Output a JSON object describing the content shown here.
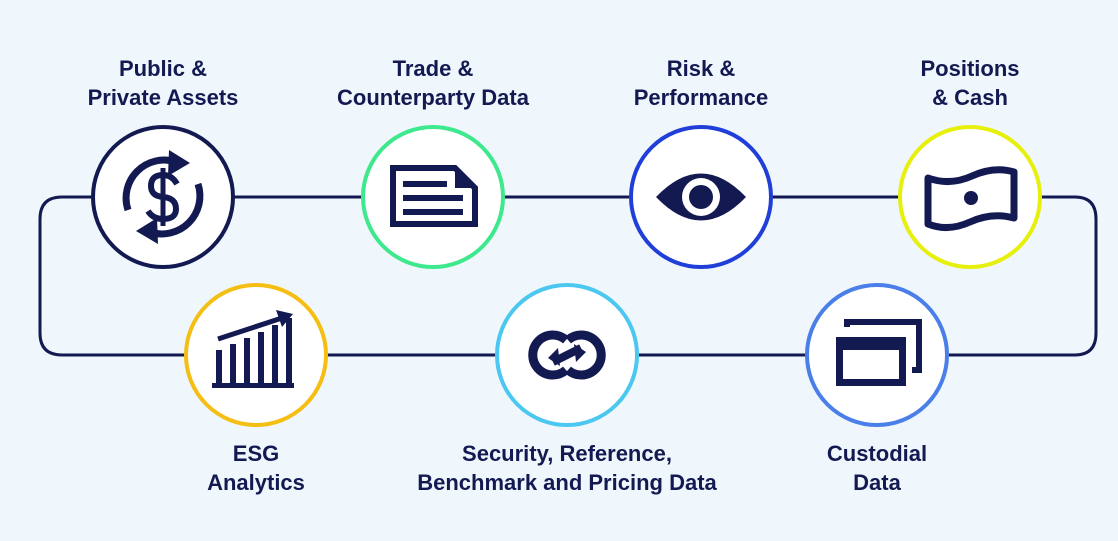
{
  "colors": {
    "background": "#eff6fc",
    "navy": "#131a52",
    "green": "#3ee88c",
    "blue": "#1f3fd8",
    "yellow": "#e6f00a",
    "orange": "#f5be12",
    "sky": "#4cc8f0",
    "cornflower": "#4a7ee8"
  },
  "nodes": [
    {
      "id": "public-private-assets",
      "line1": "Public &",
      "line2": "Private Assets",
      "icon": "dollar-exchange-icon",
      "ring": "navy"
    },
    {
      "id": "trade-counterparty-data",
      "line1": "Trade &",
      "line2": "Counterparty Data",
      "icon": "document-icon",
      "ring": "green"
    },
    {
      "id": "risk-performance",
      "line1": "Risk &",
      "line2": "Performance",
      "icon": "eye-icon",
      "ring": "blue"
    },
    {
      "id": "positions-cash",
      "line1": "Positions",
      "line2": "& Cash",
      "icon": "banknote-icon",
      "ring": "yellow"
    },
    {
      "id": "esg-analytics",
      "line1": "ESG",
      "line2": "Analytics",
      "icon": "bar-chart-growth-icon",
      "ring": "orange"
    },
    {
      "id": "security-reference-data",
      "line1": "Security, Reference,",
      "line2": "Benchmark and Pricing Data",
      "icon": "link-icon",
      "ring": "sky"
    },
    {
      "id": "custodial-data",
      "line1": "Custodial",
      "line2": "Data",
      "icon": "stacked-windows-icon",
      "ring": "cornflower"
    }
  ]
}
